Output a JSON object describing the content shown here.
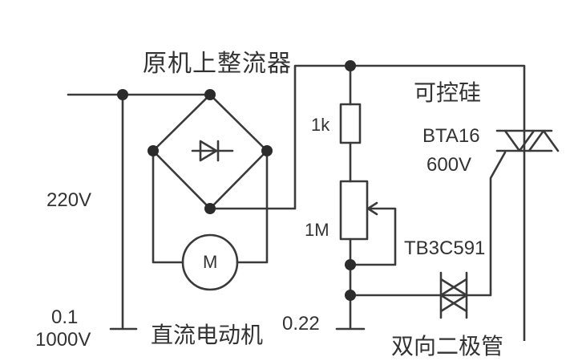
{
  "labels": {
    "rectifier": "原机上整流器",
    "scr": "可控硅",
    "scr_model": "BTA16",
    "scr_voltage": "600V",
    "res_1k": "1k",
    "pot_1m": "1M",
    "diac": "TB3C591",
    "mains": "220V",
    "cap_left_value": "0.1",
    "cap_left_voltage": "1000V",
    "dc_motor": "直流电动机",
    "cap_right_value": "0.22",
    "trigger": "双向二极管",
    "motor_symbol": "M"
  },
  "colors": {
    "wire": "#3a3a3a",
    "text": "#333333",
    "background": "#ffffff"
  }
}
